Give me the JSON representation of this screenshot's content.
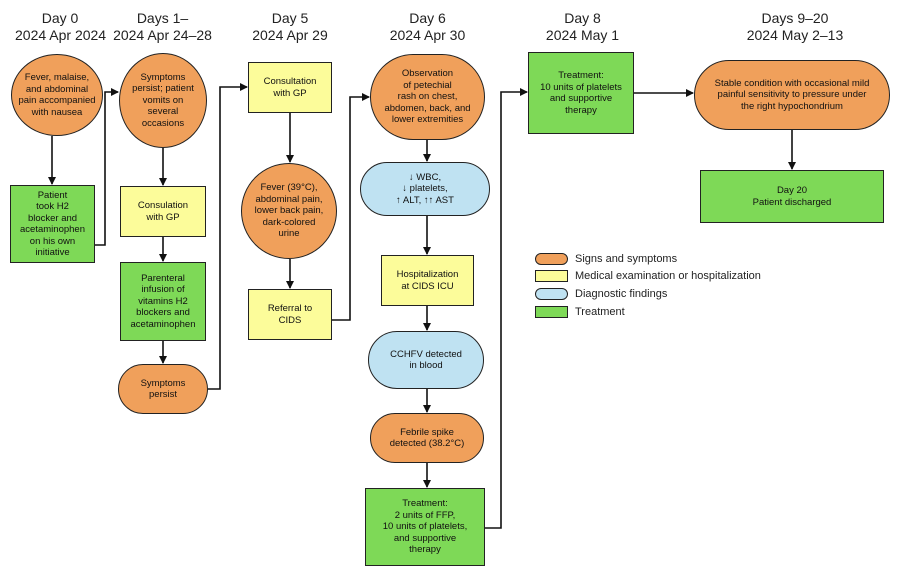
{
  "headers": [
    {
      "l1": "Day 0",
      "l2": "2024 Apr 2024"
    },
    {
      "l1": "Days 1–",
      "l2": "2024 Apr 24–28"
    },
    {
      "l1": "Day 5",
      "l2": "2024 Apr 29"
    },
    {
      "l1": "Day 6",
      "l2": "2024 Apr 30"
    },
    {
      "l1": "Day 8",
      "l2": "2024 May 1"
    },
    {
      "l1": "Days 9–20",
      "l2": "2024 May 2–13"
    }
  ],
  "nodes": {
    "d0_symptoms": {
      "lines": [
        "Fever, malaise,",
        "and abdominal",
        "pain accompanied",
        "with nausea"
      ]
    },
    "d0_treatment": {
      "lines": [
        "Patient",
        "took H2",
        "blocker and",
        "acetaminophen",
        "on his own",
        "initiative"
      ]
    },
    "d1_symptoms": {
      "lines": [
        "Symptoms",
        "persist; patient",
        "vomits on",
        "several",
        "occasions"
      ]
    },
    "d1_consult": {
      "lines": [
        "Consulation",
        "with GP"
      ]
    },
    "d1_infusion": {
      "lines": [
        "Parenteral",
        "infusion of",
        "vitamins H2",
        "blockers and",
        "acetaminophen"
      ]
    },
    "d1_persist": {
      "lines": [
        "Symptoms",
        "persist"
      ]
    },
    "d5_consult": {
      "lines": [
        "Consultation",
        "with GP"
      ]
    },
    "d5_fever": {
      "lines": [
        "Fever (39°C),",
        "abdominal pain,",
        "lower back pain,",
        "dark-colored",
        "urine"
      ]
    },
    "d5_referral": {
      "lines": [
        "Referral to",
        "CIDS"
      ]
    },
    "d6_rash": {
      "lines": [
        "Observation",
        "of petechial",
        "rash on chest,",
        "abdomen, back, and",
        "lower extremities"
      ]
    },
    "d6_labs": {
      "lines": [
        "↓ WBC,",
        "↓ platelets,",
        "↑ ALT, ↑↑ AST"
      ]
    },
    "d6_hosp": {
      "lines": [
        "Hospitalization",
        "at CIDS ICU"
      ]
    },
    "d6_cchfv": {
      "lines": [
        "CCHFV detected",
        "in blood"
      ]
    },
    "d6_febrile": {
      "lines": [
        "Febrile spike",
        "detected (38.2°C)"
      ]
    },
    "d6_treatment": {
      "lines": [
        "Treatment:",
        "2 units of FFP,",
        "10 units of platelets,",
        "and supportive",
        "therapy"
      ]
    },
    "d8_treatment": {
      "lines": [
        "Treatment:",
        "10 units of platelets",
        "and supportive",
        "therapy"
      ]
    },
    "d9_stable": {
      "lines": [
        "Stable condition with occasional mild",
        "painful sensitivity to pressure under",
        "the right hypochondrium"
      ]
    },
    "d20_discharge": {
      "lines": [
        "Day 20",
        "Patient discharged"
      ]
    }
  },
  "legend": [
    {
      "label": "Signs and symptoms",
      "color": "#f0a05b"
    },
    {
      "label": "Medical examination or hospitalization",
      "color": "#fcfc9a"
    },
    {
      "label": "Diagnostic findings",
      "color": "#bfe2f2"
    },
    {
      "label": "Treatment",
      "color": "#7ed957"
    }
  ]
}
